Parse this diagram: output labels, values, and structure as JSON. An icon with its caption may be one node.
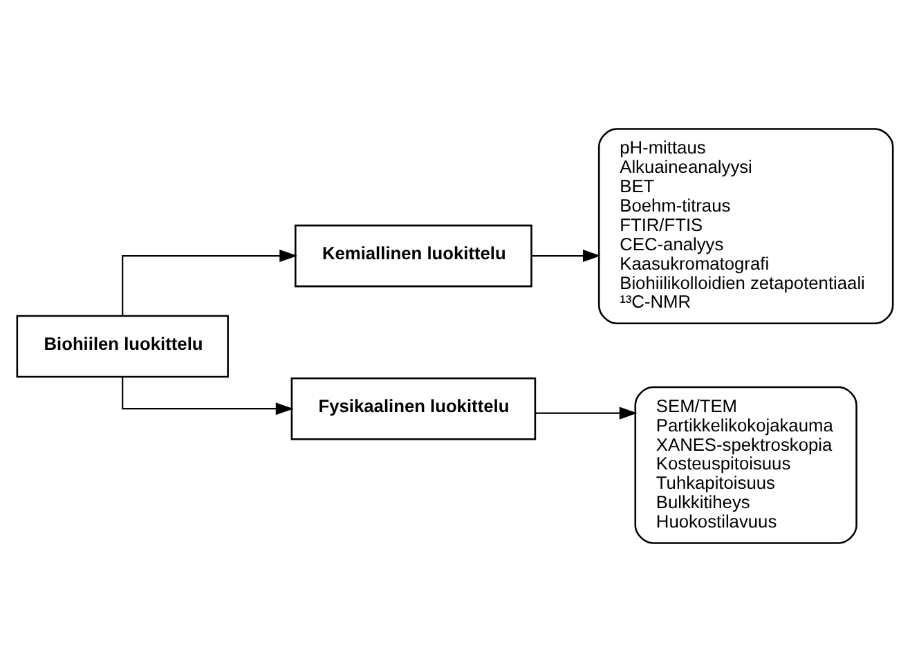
{
  "diagram": {
    "nodes": [
      {
        "text": [
          "Biohiilen luokittelu"
        ]
      },
      {
        "text": [
          "Kemiallinen luokittelu"
        ]
      },
      {
        "text": [
          "Fysikaalinen luokittelu"
        ]
      },
      {
        "text": [
          "pH-mittaus",
          "Alkuaineanalyysi",
          "BET",
          "Boehm-titraus",
          "FTIR/FTIS",
          "CEC-analyys",
          "Kaasukromatografi",
          "Biohiilikolloidien zetapotentiaali",
          "¹³C-NMR"
        ]
      },
      {
        "text": [
          "SEM/TEM",
          "Partikkelikokojakauma",
          "XANES-spektroskopia",
          "Kosteuspitoisuus",
          "Tuhkapitoisuus",
          "Bulkkitiheys",
          "Huokostilavuus"
        ]
      }
    ],
    "edges": [
      {
        "from": 0,
        "to": 1,
        "arrow": "to"
      },
      {
        "from": 0,
        "to": 2,
        "arrow": "to"
      },
      {
        "from": 1,
        "to": 3,
        "arrow": "to"
      },
      {
        "from": 2,
        "to": 4,
        "arrow": "to"
      }
    ]
  }
}
